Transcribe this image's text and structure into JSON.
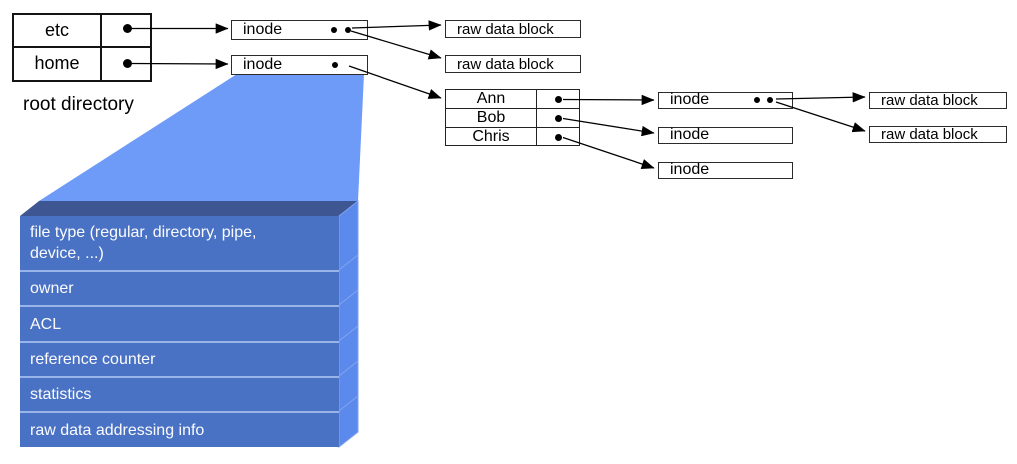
{
  "labels": {
    "inode": "inode",
    "raw_data_block": "raw data block"
  },
  "root_directory": {
    "caption": "root directory",
    "entries": [
      "etc",
      "home"
    ]
  },
  "home_directory": {
    "entries": [
      "Ann",
      "Bob",
      "Chris"
    ]
  },
  "inode_fields": [
    "file type (regular, directory, pipe, device, ...)",
    "owner",
    "ACL",
    "reference counter",
    "statistics",
    "raw data addressing info"
  ],
  "colors": {
    "funnel_blue": "#6E9BF7",
    "inode_block_front": "#4A72C4",
    "inode_block_top": "#3E5792",
    "inode_block_side": "#5C89EC",
    "block_separator": "#98B4E8",
    "line_black": "#000000"
  }
}
